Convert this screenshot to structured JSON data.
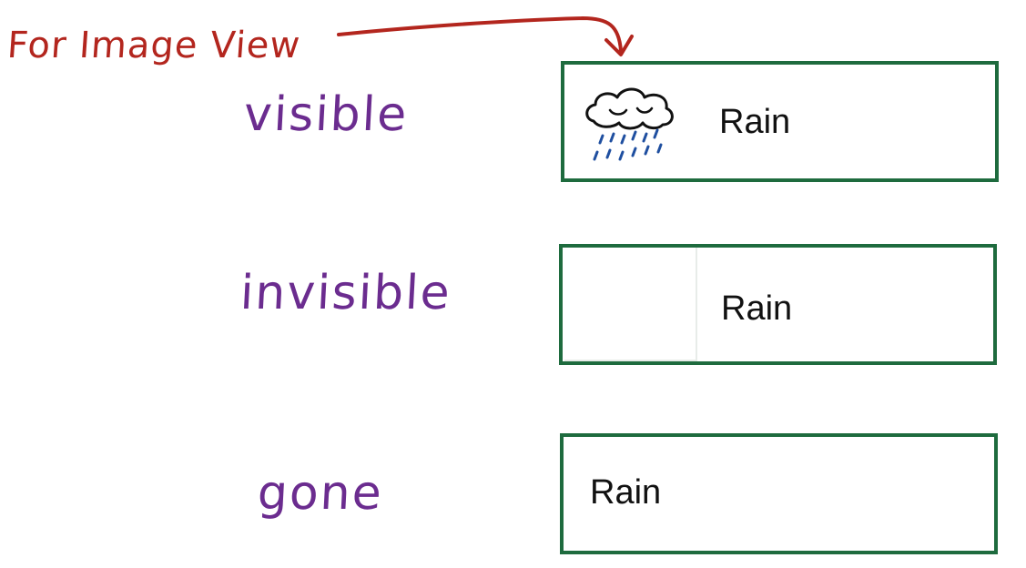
{
  "annotation": {
    "text": "For Image View",
    "color": "#b3261e"
  },
  "states": [
    {
      "label": "visible",
      "row_text": "Rain",
      "icon": "rain-cloud-icon",
      "icon_shown": true
    },
    {
      "label": "invisible",
      "row_text": "Rain",
      "icon": "rain-cloud-icon",
      "icon_shown": false
    },
    {
      "label": "gone",
      "row_text": "Rain",
      "icon": "none",
      "icon_shown": false
    }
  ],
  "colors": {
    "state_label": "#6b2c8f",
    "box_border": "#1e6b3e",
    "raindrops": "#1f4fa0",
    "row_text": "#111111"
  }
}
